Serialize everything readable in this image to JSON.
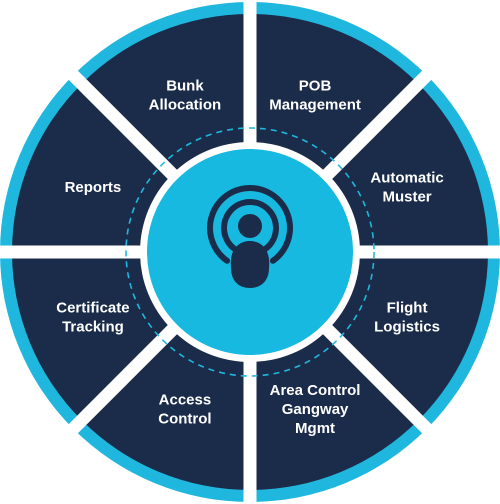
{
  "colors": {
    "ring": "#1fb7dd",
    "segment": "#1b2c4a",
    "center": "#17b9e0",
    "icon": "#1b2c4a",
    "text": "#ffffff",
    "dash": "#1fb7dd"
  },
  "center_icon": "person-broadcast-icon",
  "segments": [
    {
      "id": "pob-management",
      "lines": [
        "POB",
        "Management"
      ]
    },
    {
      "id": "automatic-muster",
      "lines": [
        "Automatic",
        "Muster"
      ]
    },
    {
      "id": "flight-logistics",
      "lines": [
        "Flight",
        "Logistics"
      ]
    },
    {
      "id": "area-control-gangway-mgmt",
      "lines": [
        "Area Control",
        "Gangway",
        "Mgmt"
      ]
    },
    {
      "id": "access-control",
      "lines": [
        "Access",
        "Control"
      ]
    },
    {
      "id": "certificate-tracking",
      "lines": [
        "Certificate",
        "Tracking"
      ]
    },
    {
      "id": "reports",
      "lines": [
        "Reports"
      ]
    },
    {
      "id": "bunk-allocation",
      "lines": [
        "Bunk",
        "Allocation"
      ]
    }
  ]
}
